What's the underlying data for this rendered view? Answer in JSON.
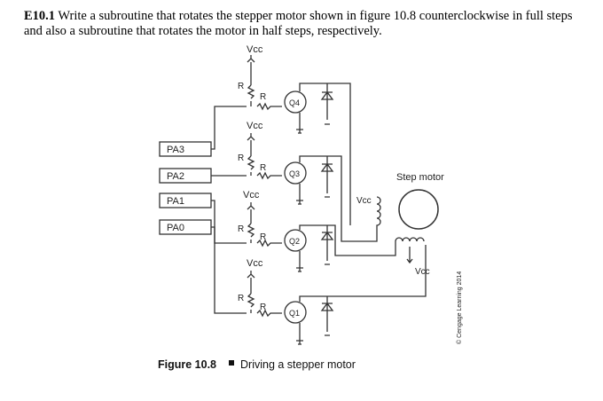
{
  "question": {
    "number": "E10.1",
    "text": "Write a subroutine that rotates the stepper motor shown in figure 10.8 counterclockwise in full steps and also a subroutine that rotates the motor in half steps, respectively."
  },
  "figure": {
    "ports": [
      "PA3",
      "PA2",
      "PA1",
      "PA0"
    ],
    "transistors": [
      "Q4",
      "Q3",
      "Q2",
      "Q1"
    ],
    "resistor_label": "R",
    "vcc_label": "Vcc",
    "motor_label": "Step motor",
    "caption_number": "Figure 10.8",
    "caption_text": "Driving a stepper motor",
    "copyright": "© Cengage Learning 2014"
  }
}
